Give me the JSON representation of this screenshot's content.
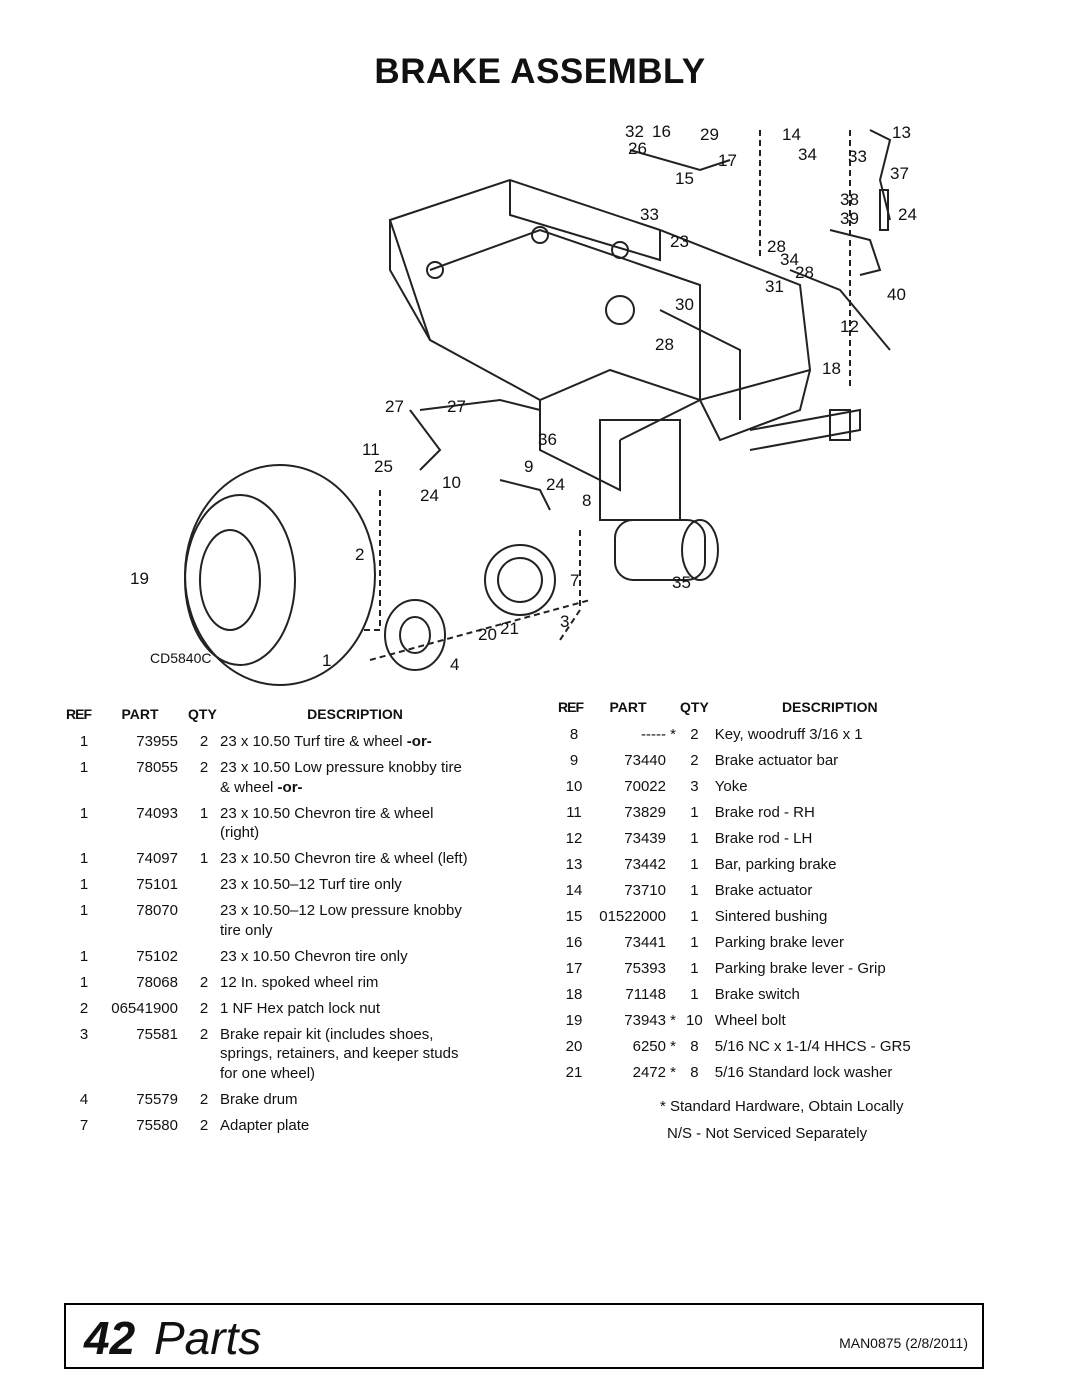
{
  "title": "BRAKE ASSEMBLY",
  "diagram": {
    "drawing_code": "CD5840C",
    "callouts": [
      "32",
      "16",
      "26",
      "29",
      "14",
      "13",
      "34",
      "33",
      "17",
      "37",
      "15",
      "38",
      "33",
      "39",
      "24",
      "23",
      "28",
      "34",
      "28",
      "31",
      "40",
      "30",
      "12",
      "28",
      "18",
      "27",
      "27",
      "36",
      "11",
      "25",
      "9",
      "10",
      "24",
      "24",
      "8",
      "2",
      "19",
      "7",
      "35",
      "3",
      "20",
      "21",
      "1",
      "4"
    ]
  },
  "headers": {
    "ref": "REF",
    "part": "PART",
    "qty": "QTY",
    "description": "DESCRIPTION"
  },
  "left_rows": [
    {
      "ref": "1",
      "part": "73955",
      "qty": "2",
      "desc": "23 x 10.50 Turf tire & wheel ",
      "desc_bold": "-or-",
      "desc2": ""
    },
    {
      "ref": "1",
      "part": "78055",
      "qty": "2",
      "desc": "23 x 10.50 Low pressure knobby tire",
      "desc_bold": "",
      "desc2": "& wheel ",
      "desc2_bold": "-or-"
    },
    {
      "ref": "1",
      "part": "74093",
      "qty": "1",
      "desc": "23 x 10.50 Chevron tire & wheel",
      "desc_bold": "",
      "desc2": "(right)"
    },
    {
      "ref": "1",
      "part": "74097",
      "qty": "1",
      "desc": "23 x 10.50 Chevron tire & wheel (left)",
      "desc_bold": "",
      "desc2": ""
    },
    {
      "ref": "1",
      "part": "75101",
      "qty": "",
      "desc": "23 x 10.50–12 Turf tire only",
      "desc_bold": "",
      "desc2": ""
    },
    {
      "ref": "1",
      "part": "78070",
      "qty": "",
      "desc": "23 x 10.50–12 Low pressure knobby",
      "desc_bold": "",
      "desc2": "tire only"
    },
    {
      "ref": "1",
      "part": "75102",
      "qty": "",
      "desc": "23 x 10.50 Chevron tire only",
      "desc_bold": "",
      "desc2": ""
    },
    {
      "ref": "1",
      "part": "78068",
      "qty": "2",
      "desc": "12 In. spoked wheel rim",
      "desc_bold": "",
      "desc2": ""
    },
    {
      "ref": "2",
      "part": "06541900",
      "qty": "2",
      "desc": "1 NF Hex patch lock nut",
      "desc_bold": "",
      "desc2": ""
    },
    {
      "ref": "3",
      "part": "75581",
      "qty": "2",
      "desc": "Brake repair kit (includes shoes,",
      "desc_bold": "",
      "desc2": "springs, retainers, and keeper studs",
      "desc3": "for one wheel)"
    },
    {
      "ref": "4",
      "part": "75579",
      "qty": "2",
      "desc": "Brake drum",
      "desc_bold": "",
      "desc2": ""
    },
    {
      "ref": "7",
      "part": "75580",
      "qty": "2",
      "desc": "Adapter plate",
      "desc_bold": "",
      "desc2": ""
    }
  ],
  "right_rows": [
    {
      "ref": "8",
      "part": "-----",
      "star": "*",
      "qty": "2",
      "desc": "Key, woodruff 3/16 x 1"
    },
    {
      "ref": "9",
      "part": "73440",
      "star": "",
      "qty": "2",
      "desc": "Brake actuator bar"
    },
    {
      "ref": "10",
      "part": "70022",
      "star": "",
      "qty": "3",
      "desc": "Yoke"
    },
    {
      "ref": "11",
      "part": "73829",
      "star": "",
      "qty": "1",
      "desc": "Brake rod - RH"
    },
    {
      "ref": "12",
      "part": "73439",
      "star": "",
      "qty": "1",
      "desc": "Brake rod - LH"
    },
    {
      "ref": "13",
      "part": "73442",
      "star": "",
      "qty": "1",
      "desc": "Bar, parking brake"
    },
    {
      "ref": "14",
      "part": "73710",
      "star": "",
      "qty": "1",
      "desc": "Brake actuator"
    },
    {
      "ref": "15",
      "part": "01522000",
      "star": "",
      "qty": "1",
      "desc": "Sintered bushing"
    },
    {
      "ref": "16",
      "part": "73441",
      "star": "",
      "qty": "1",
      "desc": "Parking brake lever"
    },
    {
      "ref": "17",
      "part": "75393",
      "star": "",
      "qty": "1",
      "desc": "Parking brake lever - Grip"
    },
    {
      "ref": "18",
      "part": "71148",
      "star": "",
      "qty": "1",
      "desc": "Brake switch"
    },
    {
      "ref": "19",
      "part": "73943",
      "star": "*",
      "qty": "10",
      "desc": "Wheel bolt"
    },
    {
      "ref": "20",
      "part": "6250",
      "star": "*",
      "qty": "8",
      "desc": "5/16 NC x 1-1/4 HHCS - GR5"
    },
    {
      "ref": "21",
      "part": "2472",
      "star": "*",
      "qty": "8",
      "desc": "5/16 Standard lock washer"
    }
  ],
  "notes": [
    "* Standard Hardware, Obtain Locally",
    "N/S - Not Serviced Separately"
  ],
  "footer": {
    "page_number": "42",
    "section": "Parts",
    "manual_code": "MAN0875 (2/8/2011)"
  }
}
